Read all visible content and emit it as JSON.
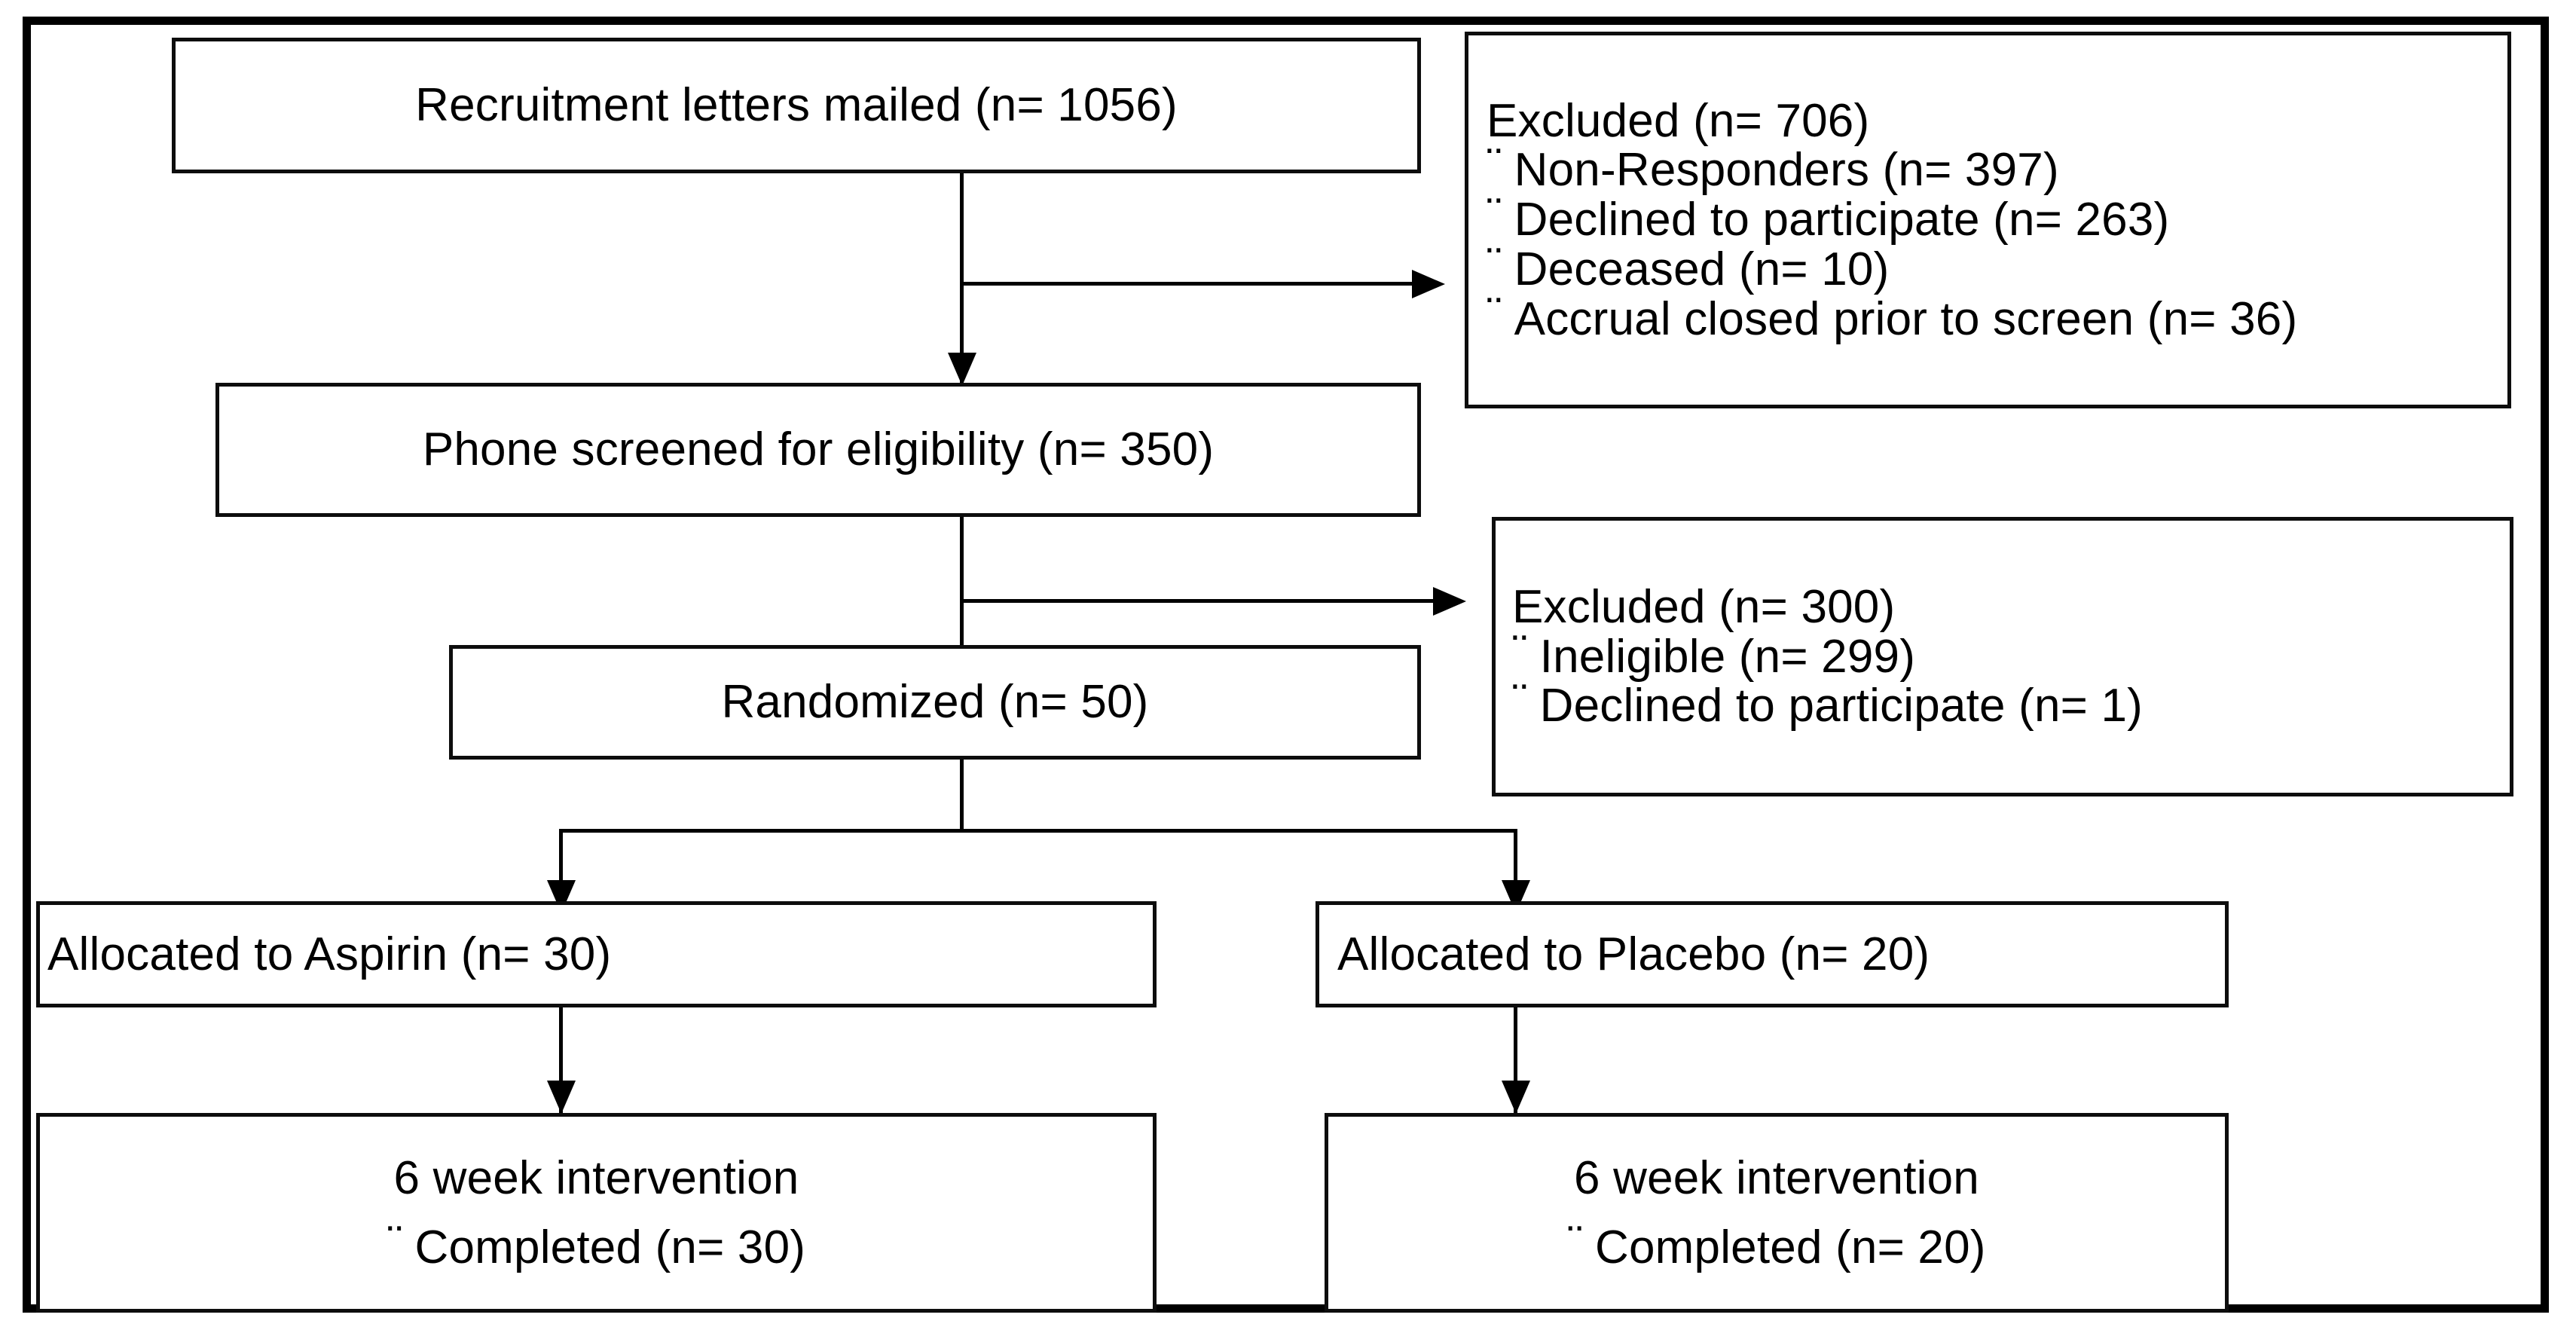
{
  "diagram": {
    "type": "consort-flow-diagram",
    "title": "CONSORT participant flow diagram",
    "bullet_glyph": "¨",
    "colors": {
      "background": "#ffffff",
      "border": "#0d0d0d",
      "text": "#000000",
      "frame": "#000000"
    },
    "nodes": [
      {
        "id": "recruitment",
        "align": "center",
        "lines": [
          {
            "text": "Recruitment letters mailed (n= 1056)",
            "bullet": false
          }
        ]
      },
      {
        "id": "excluded-1",
        "align": "left",
        "lines": [
          {
            "text": "Excluded  (n=  706)",
            "bullet": false
          },
          {
            "text": "Non-Responders  (n= 397)",
            "bullet": true
          },
          {
            "text": "Declined to participate (n= 263)",
            "bullet": true
          },
          {
            "text": "Deceased  (n= 10)",
            "bullet": true
          },
          {
            "text": "Accrual closed prior to screen (n= 36)",
            "bullet": true
          }
        ]
      },
      {
        "id": "phone-screen",
        "align": "center",
        "lines": [
          {
            "text": "Phone screened for eligibility (n= 350)",
            "bullet": false
          }
        ]
      },
      {
        "id": "excluded-2",
        "align": "left",
        "lines": [
          {
            "text": "Excluded  (n=  300)",
            "bullet": false
          },
          {
            "text": "Ineligible (n= 299)",
            "bullet": true
          },
          {
            "text": "Declined to participate (n= 1)",
            "bullet": true
          }
        ]
      },
      {
        "id": "randomized",
        "align": "center",
        "lines": [
          {
            "text": "Randomized (n= 50)",
            "bullet": false
          }
        ]
      },
      {
        "id": "allocated-aspirin",
        "align": "left",
        "lines": [
          {
            "text": "Allocated to Aspirin (n= 30)",
            "bullet": false
          }
        ]
      },
      {
        "id": "allocated-placebo",
        "align": "left",
        "lines": [
          {
            "text": "Allocated to Placebo (n= 20)",
            "bullet": false
          }
        ]
      },
      {
        "id": "intervention-aspirin",
        "align": "center",
        "lines": [
          {
            "text": "6 week intervention",
            "bullet": false
          },
          {
            "text": "Completed (n= 30)",
            "bullet": true
          }
        ]
      },
      {
        "id": "intervention-placebo",
        "align": "center",
        "lines": [
          {
            "text": "6 week intervention",
            "bullet": false
          },
          {
            "text": "Completed (n= 20)",
            "bullet": true
          }
        ]
      }
    ]
  }
}
